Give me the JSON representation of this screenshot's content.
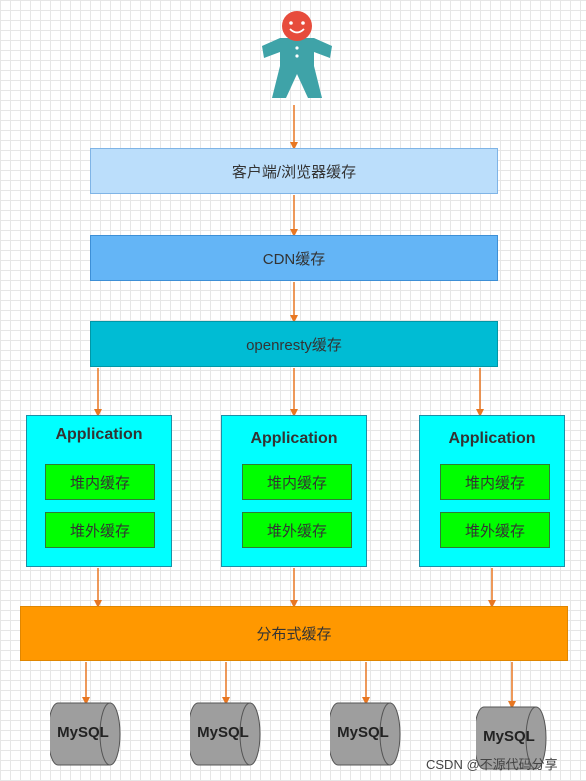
{
  "layers": {
    "client": "客户端/浏览器缓存",
    "cdn": "CDN缓存",
    "openresty": "openresty缓存",
    "distributed": "分布式缓存"
  },
  "applications": [
    {
      "title": "Application",
      "heap": "堆内缓存",
      "offheap": "堆外缓存"
    },
    {
      "title": "Application",
      "heap": "堆内缓存",
      "offheap": "堆外缓存"
    },
    {
      "title": "Application",
      "heap": "堆内缓存",
      "offheap": "堆外缓存"
    }
  ],
  "databases": [
    "MySQL",
    "MySQL",
    "MySQL",
    "MySQL"
  ],
  "watermark": "CSDN @不源代码分享",
  "user_icon": "user-figure-icon",
  "colors": {
    "client": "#bbdefb",
    "cdn": "#64b5f6",
    "openresty": "#00bcd4",
    "application": "#00ffff",
    "cache": "#00ff00",
    "distributed": "#ff9800",
    "arrow": "#e87722",
    "database": "#9e9e9e"
  }
}
